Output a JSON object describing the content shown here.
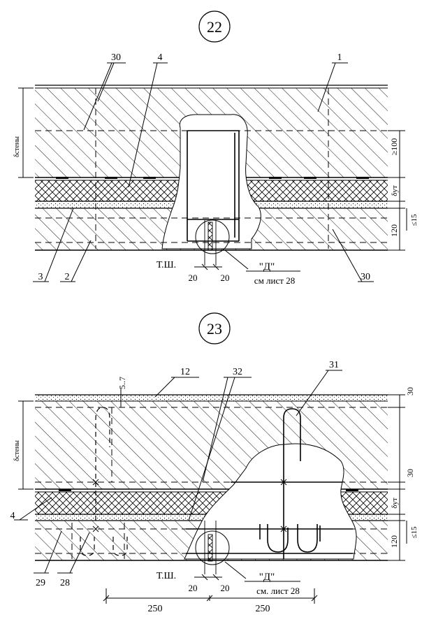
{
  "detail22": {
    "number": "22",
    "leaders": {
      "n30": "30",
      "n4": "4",
      "n1": "1",
      "n3": "3",
      "n2": "2",
      "n30b": "30"
    },
    "dims": {
      "wall": "δстены",
      "ge100": "≥100",
      "insul": "δут",
      "le15": "≤15",
      "slab": "120"
    },
    "tsh": "Т.Ш.",
    "gap_left": "20",
    "gap_right": "20",
    "callout": "\"Д\"",
    "sheet_ref": "см лист 28"
  },
  "detail23": {
    "number": "23",
    "leaders": {
      "n5_7": "5..7",
      "n12": "12",
      "n32": "32",
      "n31": "31",
      "n4": "4",
      "n29": "29",
      "n28": "28"
    },
    "dims": {
      "top": "30",
      "wall": "δстены",
      "mid": "30",
      "insul": "δут",
      "le15": "≤15",
      "slab": "120"
    },
    "tsh": "Т.Ш.",
    "gap_left": "20",
    "gap_right": "20",
    "callout": "\"Д\"",
    "sheet_ref": "см. лист 28",
    "span_left": "250",
    "span_right": "250"
  }
}
